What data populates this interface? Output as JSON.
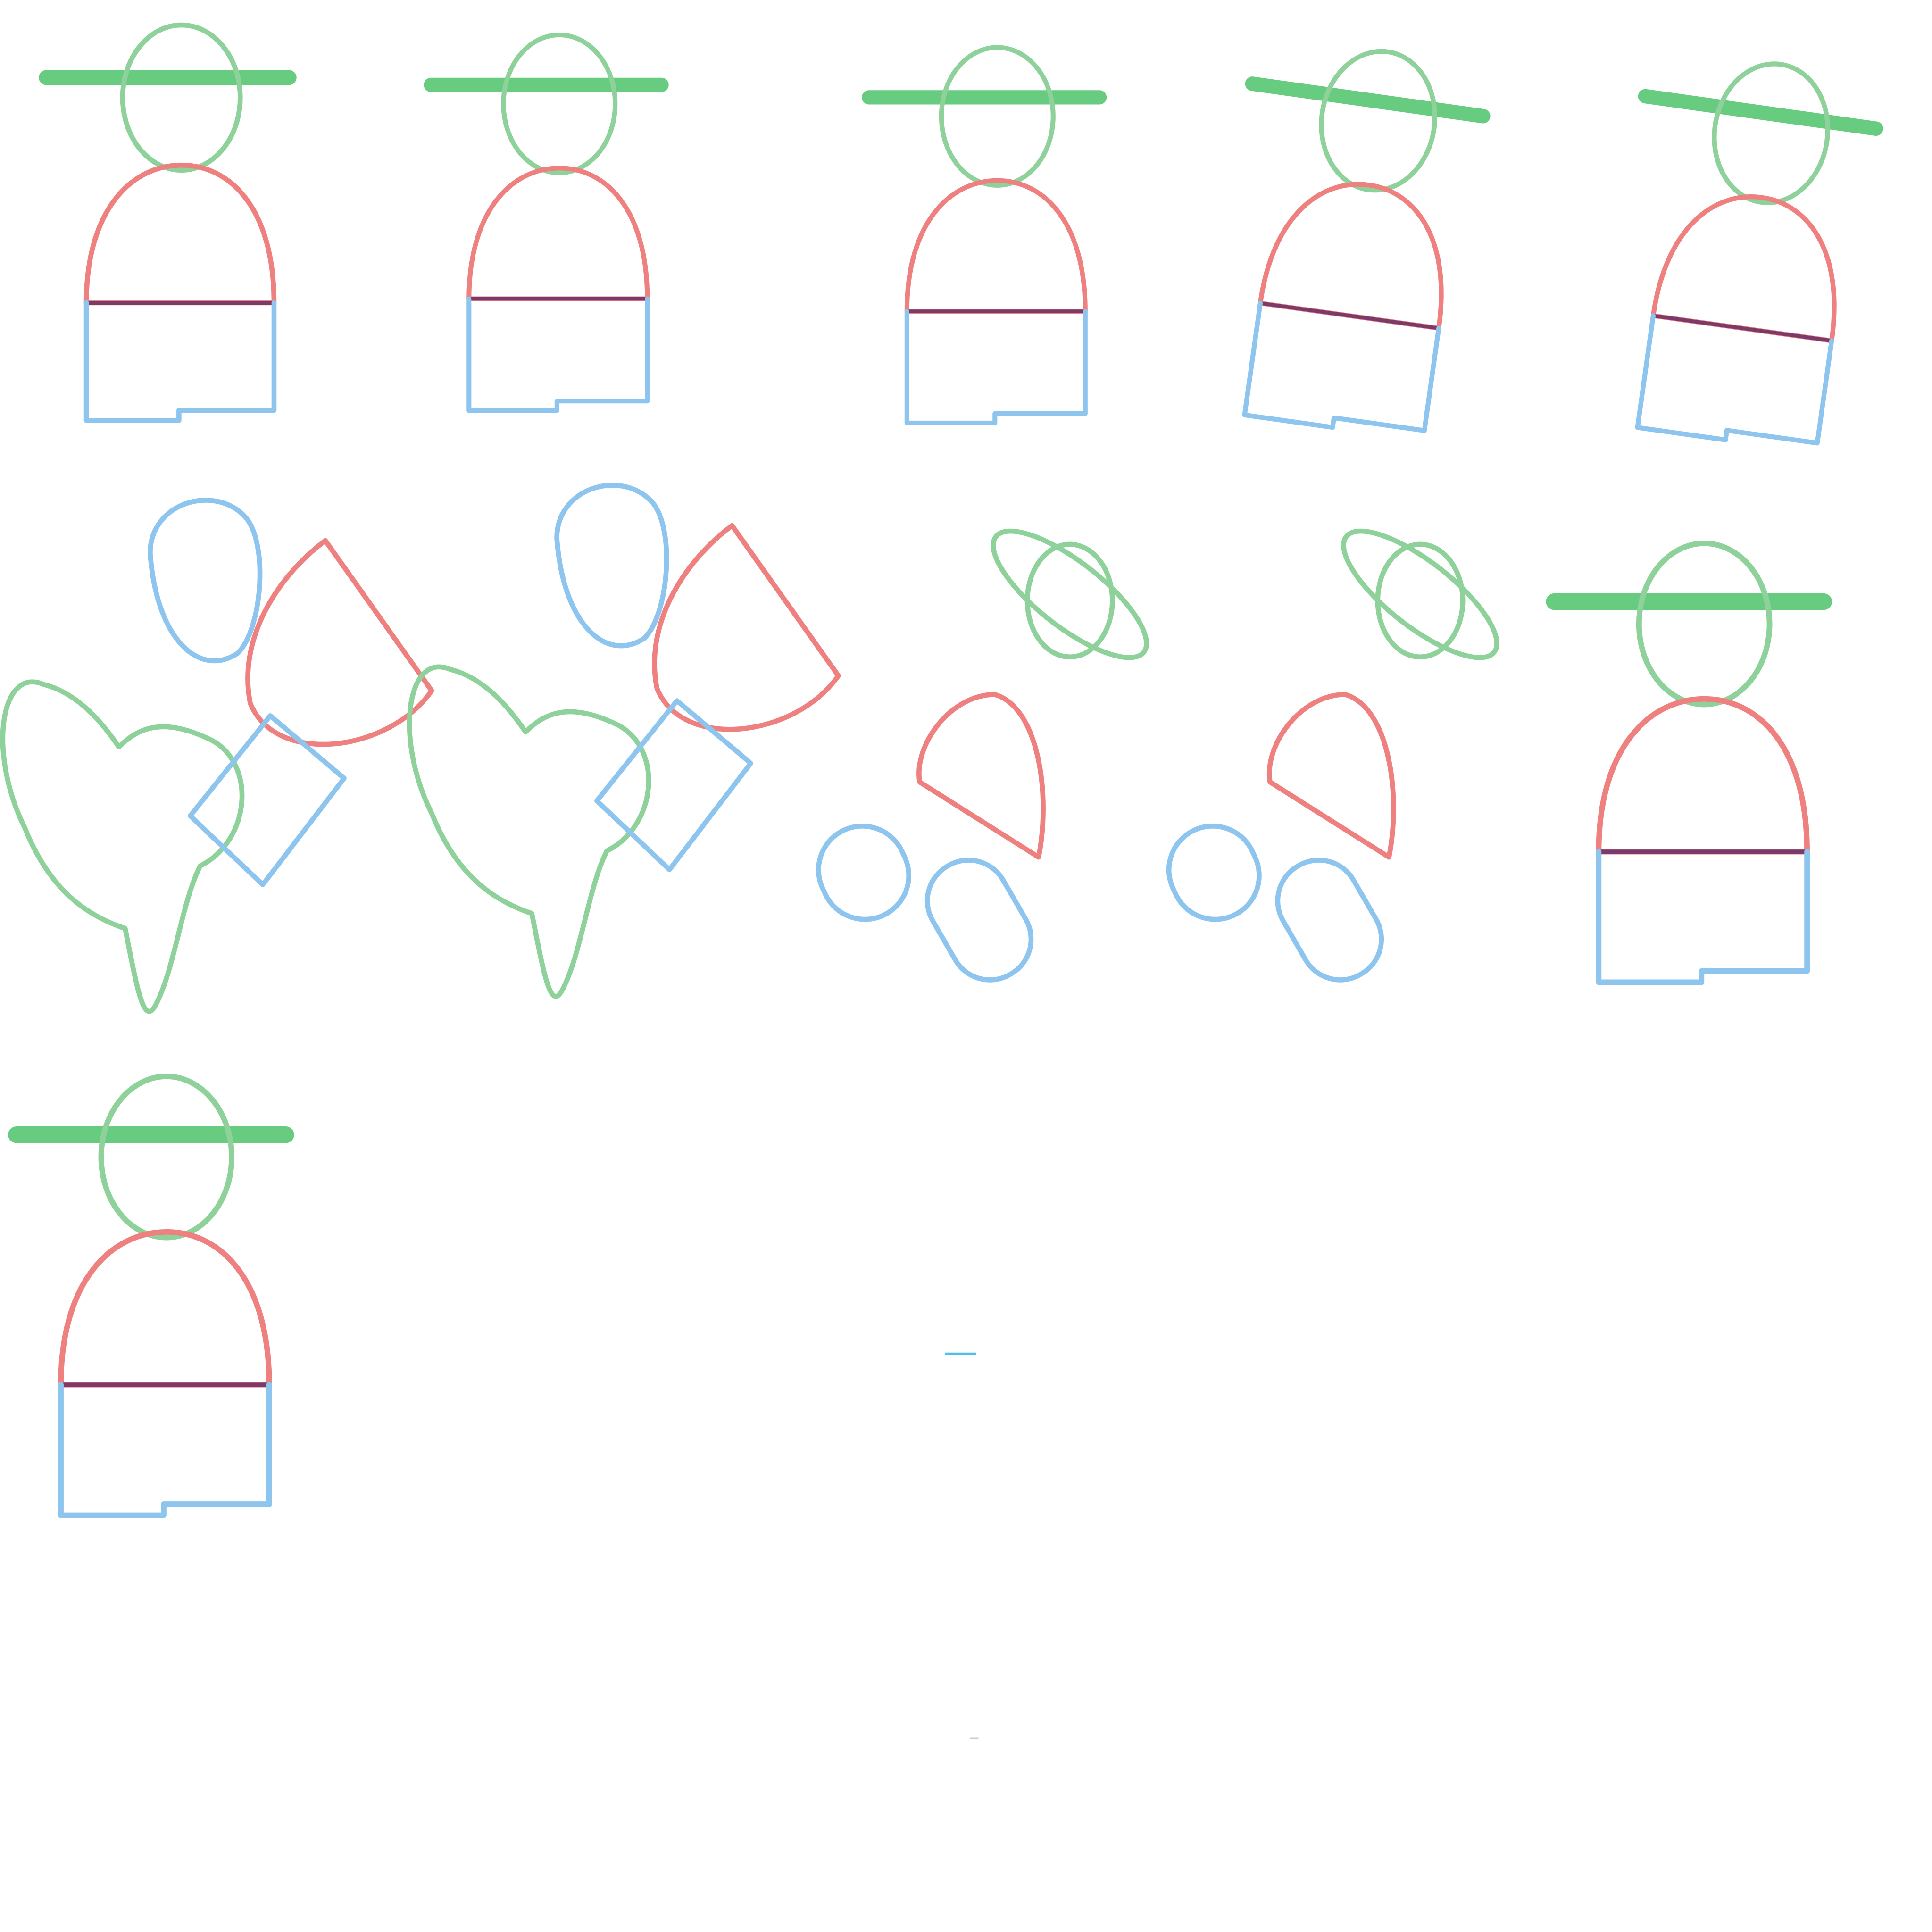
{
  "palette": {
    "head": "#8fd19a",
    "arm": "#4cc36a",
    "body": "#ee8080",
    "base": "#8ec5ee",
    "waist": "#7a3a6a",
    "dash": "#4fc0e8",
    "background": "#ffffff"
  },
  "figures": [
    {
      "id": "assembled-1",
      "state": "assembled",
      "tilt": 0
    },
    {
      "id": "assembled-2",
      "state": "assembled",
      "tilt": 0
    },
    {
      "id": "assembled-3",
      "state": "assembled",
      "tilt": 0
    },
    {
      "id": "assembled-4",
      "state": "assembled",
      "tilt": 8
    },
    {
      "id": "assembled-5",
      "state": "assembled",
      "tilt": 8
    },
    {
      "id": "exploded-1",
      "state": "exploded"
    },
    {
      "id": "exploded-2",
      "state": "exploded"
    },
    {
      "id": "scattered-1",
      "state": "scattered"
    },
    {
      "id": "scattered-2",
      "state": "scattered"
    },
    {
      "id": "assembled-6",
      "state": "assembled",
      "tilt": 0
    },
    {
      "id": "assembled-7",
      "state": "assembled",
      "tilt": 0
    }
  ]
}
